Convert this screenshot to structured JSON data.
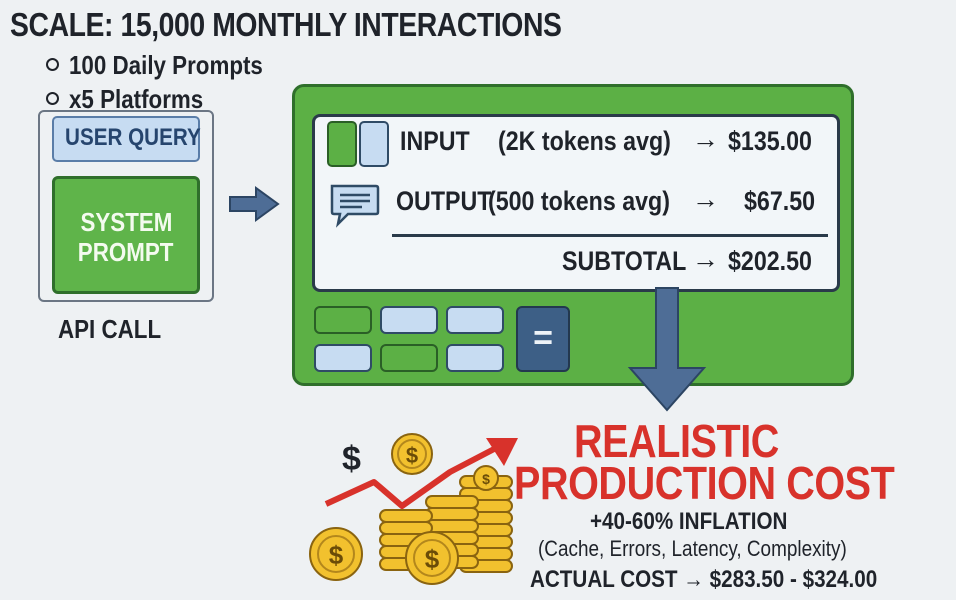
{
  "header": {
    "title": "SCALE: 15,000 MONTHLY INTERACTIONS",
    "bullets": [
      "100 Daily Prompts",
      "x5 Platforms"
    ]
  },
  "api_call": {
    "user_query": "USER QUERY",
    "system_prompt_line1": "SYSTEM",
    "system_prompt_line2": "PROMPT",
    "label": "API CALL"
  },
  "calculator": {
    "input": {
      "label": "INPUT",
      "detail": "(2K tokens avg)",
      "arrow": "→",
      "cost": "$135.00"
    },
    "output": {
      "label": "OUTPUT",
      "detail": "(500 tokens avg)",
      "arrow": "→",
      "cost": "$67.50"
    },
    "subtotal": {
      "label": "SUBTOTAL",
      "arrow": "→",
      "cost": "$202.50"
    },
    "equals_key": "="
  },
  "result": {
    "headline_line1": "REALISTIC",
    "headline_line2": "PRODUCTION COST",
    "inflation": "+40-60% INFLATION",
    "factors": "(Cache, Errors, Latency, Complexity)",
    "actual": "ACTUAL COST → $283.50 - $324.00"
  },
  "colors": {
    "green": "#5cb045",
    "blue_light": "#c7dcf2",
    "blue_dark": "#3d5f86",
    "red": "#d8322b",
    "gold": "#f2c12e"
  },
  "icons": [
    "input-blocks-icon",
    "chat-bubble-icon",
    "arrow-right-icon",
    "arrow-down-icon",
    "coin-stack-icon",
    "dollar-sign-icon",
    "trend-arrow-icon"
  ]
}
